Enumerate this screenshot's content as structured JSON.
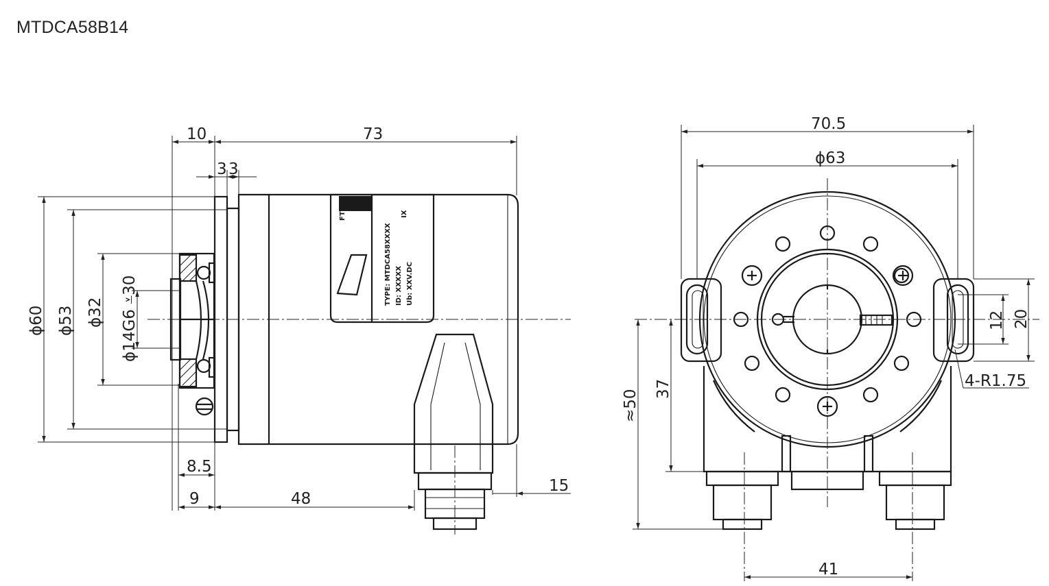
{
  "title": "MTDCA58B14",
  "side_view": {
    "dimensions": {
      "flange_width": "10",
      "body_length": "73",
      "flange_step": "3",
      "flange_step_2": "3",
      "flange_dia": "ϕ60",
      "spigot_dia": "ϕ53",
      "hub_dia": "ϕ32",
      "bore_dia": "ϕ14G6 ⩡30",
      "shaft_depth": "8.5",
      "shaft_offset": "9",
      "connector_offset": "48",
      "connector_overhang": "15"
    },
    "nameplate": {
      "logo_text": "FT",
      "type_line": "TYPE: MTDCA58XXXX",
      "id_line": "ID: XXXXX",
      "ub_line": "Ub: XXV.DC",
      "mark": "IX"
    }
  },
  "front_view": {
    "dimensions": {
      "overall_width": "70.5",
      "bolt_circle_dia": "ϕ63",
      "slot_length": "12",
      "lug_height": "20",
      "slot_radius": "4-R1.75",
      "center_to_bottom": "37",
      "overall_height": "≈50",
      "connector_spacing": "41"
    }
  }
}
